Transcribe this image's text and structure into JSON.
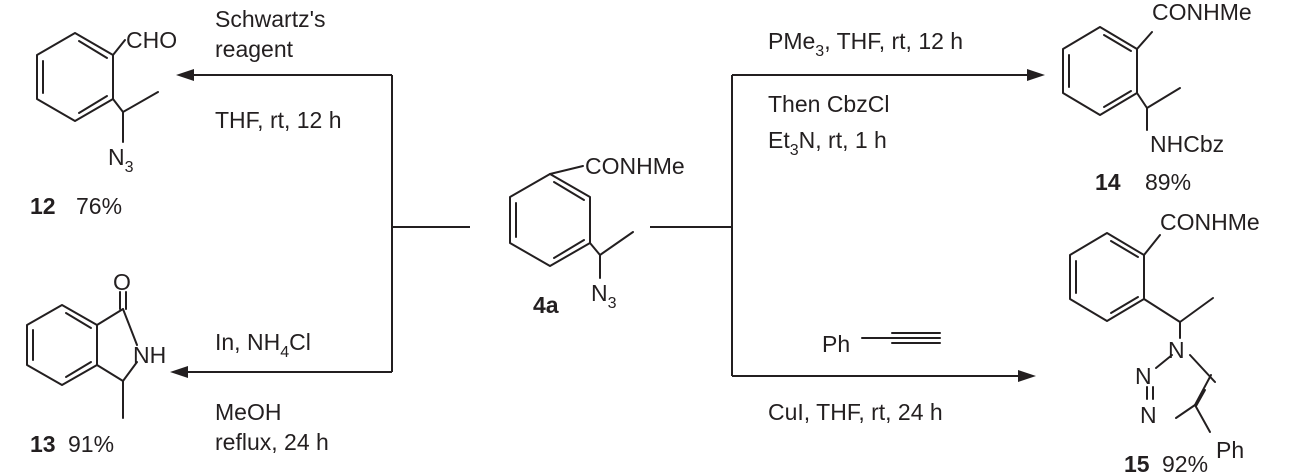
{
  "center": {
    "id": "4a",
    "group": "CONHMe",
    "azide": "N",
    "azide_sub": "3"
  },
  "top_left": {
    "reagent_line1": "Schwartz's",
    "reagent_line2": "reagent",
    "conditions": "THF, rt, 12 h",
    "product": {
      "group": "CHO",
      "azide": "N",
      "azide_sub": "3",
      "id": "12",
      "yield": "76%"
    }
  },
  "bottom_left": {
    "reagent_main": "In, NH",
    "reagent_sub": "4",
    "reagent_end": "Cl",
    "conditions_line1": "MeOH",
    "conditions_line2": "reflux, 24 h",
    "product": {
      "o_label": "O",
      "nh_label": "NH",
      "id": "13",
      "yield": "91%"
    }
  },
  "top_right": {
    "reagent_main": "PMe",
    "reagent_sub": "3",
    "reagent_end": ", THF, rt, 12 h",
    "then_line1": "Then CbzCl",
    "then_line2_main": "Et",
    "then_line2_sub": "3",
    "then_line2_end": "N, rt, 1 h",
    "product": {
      "group": "CONHMe",
      "nh_label": "NHCbz",
      "id": "14",
      "yield": "89%"
    }
  },
  "bottom_right": {
    "alkyne_label": "Ph",
    "conditions": "CuI, THF, rt, 24 h",
    "product": {
      "group": "CONHMe",
      "n1": "N",
      "n2": "N",
      "n3": "N",
      "ph": "Ph",
      "id": "15",
      "yield": "92%"
    }
  }
}
